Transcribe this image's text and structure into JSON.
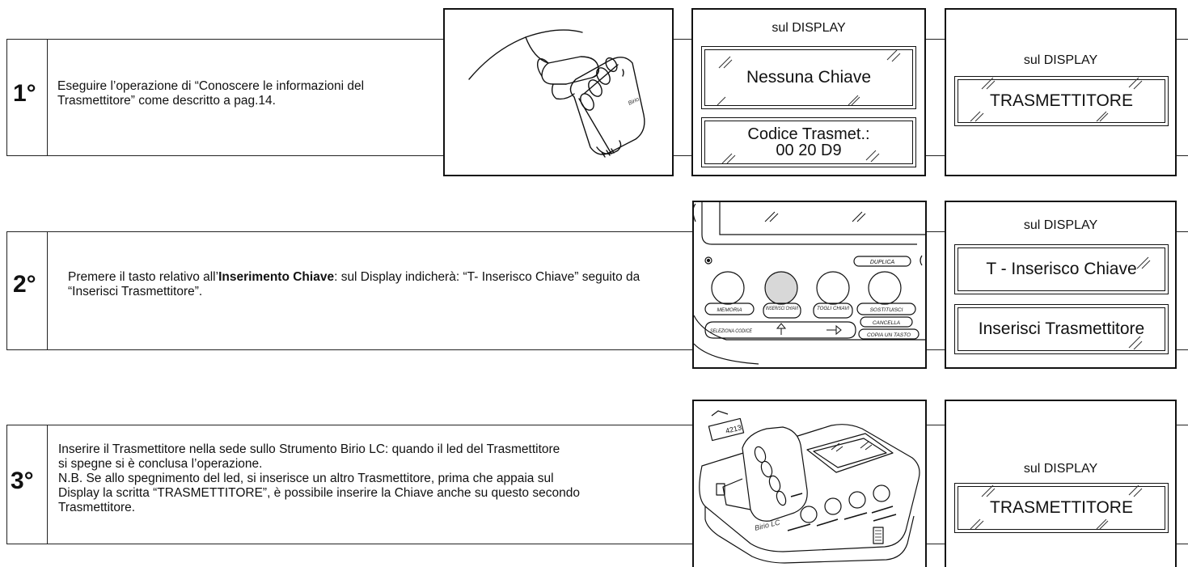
{
  "steps": [
    {
      "number": "1°",
      "text": "Eseguire l’operazione di “Conoscere le informazioni del Trasmettitore” come descritto a pag.14.",
      "illustration": "remote-press-icon",
      "display_panel": {
        "label": "sul DISPLAY",
        "screens": [
          "Nessuna Chiave",
          "Codice Trasmet.:",
          "00 20 D9"
        ]
      },
      "result_panel": {
        "label": "sul DISPLAY",
        "screen": "TRASMETTITORE"
      }
    },
    {
      "number": "2°",
      "text_before": "Premere il tasto relativo all’",
      "text_bold": "Inserimento Chiave",
      "text_after": ": sul Display indicherà: “T- Inserisco Chiave” seguito da “Inserisci Trasmettitore”.",
      "keypad": {
        "top_label": "DUPLICA",
        "buttons": [
          "MEMORIA",
          "INSERISCI CHIAVI",
          "TOGLI CHIAVI",
          "SOSTITUISCI"
        ],
        "lower": [
          "SELEZIONA CODICE",
          "CANCELLA",
          "COPIA UN TASTO"
        ]
      },
      "result_panel": {
        "label": "sul DISPLAY",
        "screens": [
          "T - Inserisco Chiave",
          "Inserisci Trasmettitore"
        ]
      }
    },
    {
      "number": "3°",
      "lines": [
        "Inserire il Trasmettitore nella sede sullo Strumento Birio LC: quando il led del Trasmettitore",
        "si spegne si è conclusa l’operazione.",
        "N.B. Se allo spegnimento del led, si inserisce un altro Trasmettitore, prima che appaia sul",
        "Display la scritta “TRASMETTITORE”, è possibile inserire la Chiave anche su questo secondo",
        "Trasmettitore."
      ],
      "illustration": "birio-lc-device-icon",
      "result_panel": {
        "label": "sul DISPLAY",
        "screen": "TRASMETTITORE"
      }
    }
  ]
}
